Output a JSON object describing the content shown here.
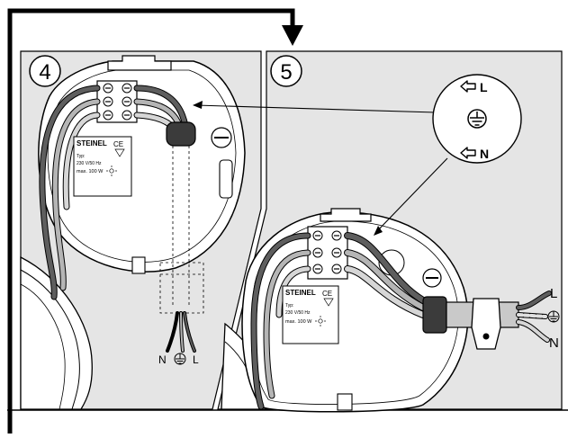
{
  "steps": {
    "left": "4",
    "right": "5"
  },
  "legend": {
    "live": "L",
    "neutral": "N"
  },
  "left_panel": {
    "bottom_labels": {
      "neutral": "N",
      "live": "L"
    }
  },
  "right_panel": {
    "cable_labels": {
      "live": "L",
      "neutral": "N"
    }
  },
  "device_label": {
    "brand": "STEINEL",
    "ce": "CE",
    "type": "Typ:",
    "rating": "230 V/50 Hz",
    "max_load": "max. 100 W"
  },
  "colors": {
    "panel_fill": "#e5e5e5",
    "outline": "#000000",
    "wire_dark": "#5e5e5e",
    "wire_light": "#b5b5b5",
    "earth_stripe": "#8a8a8a"
  },
  "icons": [
    "arrow-down-icon",
    "arrow-left-icon",
    "earth-ground-icon",
    "bulb-icon"
  ]
}
